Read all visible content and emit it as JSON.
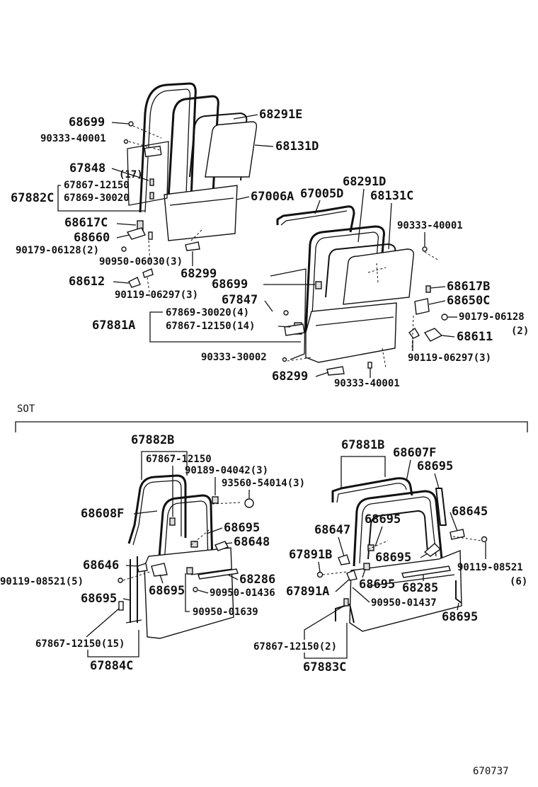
{
  "upper": {
    "labels": {
      "p68699a": "68699",
      "p90333_40001a": "90333-40001",
      "p67848": "67848",
      "p17": "(17)",
      "p67867_12150a": "67867-12150",
      "p67882c": "67882C",
      "p67869_30020a": "67869-30020",
      "p68617c": "68617C",
      "p68660": "68660",
      "p90179_06128a": "90179-06128(2)",
      "p90950_06030": "90950-06030(3)",
      "p68299a": "68299",
      "p68612": "68612",
      "p90119_06297a": "90119-06297(3)",
      "p68291e": "68291E",
      "p68131d": "68131D",
      "p67006a": "67006A",
      "p67005d": "67005D",
      "p68291d": "68291D",
      "p68131c": "68131C",
      "p90333_40001b": "90333-40001",
      "p68699b": "68699",
      "p67847": "67847",
      "p67869_30020b": "67869-30020(4)",
      "p67881a": "67881A",
      "p67867_12150b": "67867-12150(14)",
      "p68617b": "68617B",
      "p68650c": "68650C",
      "p90179_06128b": "90179-06128",
      "p2": "(2)",
      "p68611": "68611",
      "p90119_06297b": "90119-06297(3)",
      "p90333_30002": "90333-30002",
      "p68299b": "68299",
      "p90333_40001c": "90333-40001"
    }
  },
  "section": {
    "label": "SOT"
  },
  "lower_left": {
    "labels": {
      "p67882b": "67882B",
      "p67867_12150c": "67867-12150",
      "p90189_04042": "90189-04042(3)",
      "p93560_54014": "93560-54014(3)",
      "p68608f": "68608F",
      "p68695a": "68695",
      "p68648": "68648",
      "p68646": "68646",
      "p90119_08521a": "90119-08521(5)",
      "p68695b": "68695",
      "p68286": "68286",
      "p90950_01436": "90950-01436",
      "p68695c": "68695",
      "p90950_01639": "90950-01639",
      "p67867_12150d": "67867-12150(15)",
      "p67884c": "67884C"
    }
  },
  "lower_right": {
    "labels": {
      "p67881b": "67881B",
      "p68607f": "68607F",
      "p68695d": "68695",
      "p68695e": "68695",
      "p68645": "68645",
      "p68647": "68647",
      "p67891b": "67891B",
      "p68695f": "68695",
      "p90119_08521b": "90119-08521",
      "p6": "(6)",
      "p67891a": "67891A",
      "p68695g": "68695",
      "p68285": "68285",
      "p90950_01437": "90950-01437",
      "p68695h": "68695",
      "p67867_12150e": "67867-12150(2)",
      "p67883c": "67883C"
    }
  },
  "footer": {
    "ref": "670737"
  }
}
